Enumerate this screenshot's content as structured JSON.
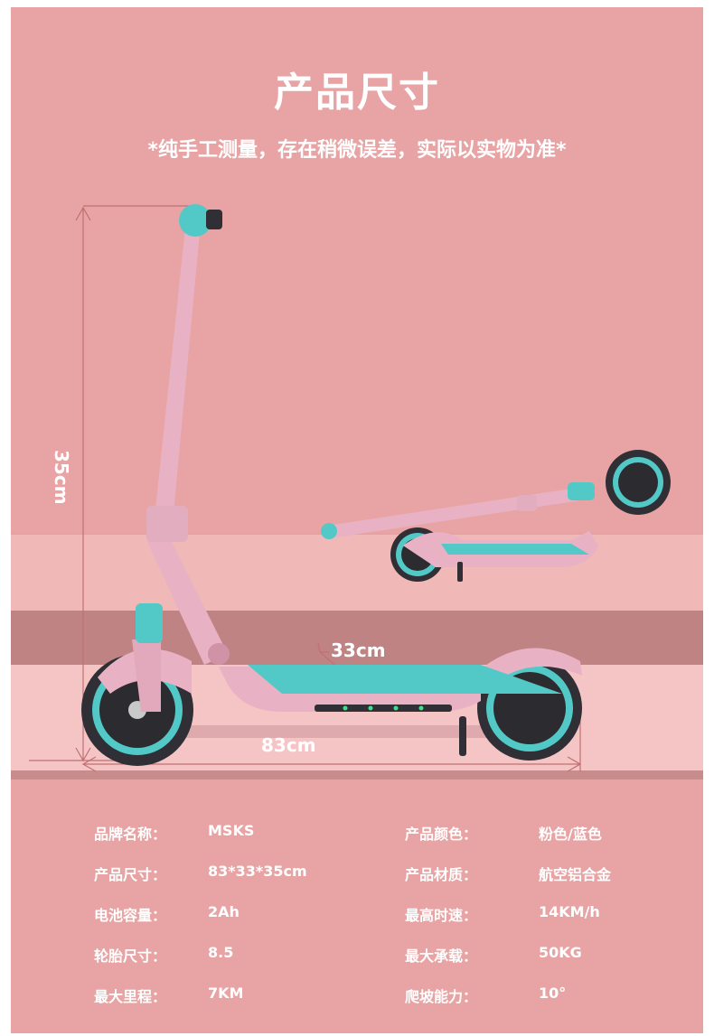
{
  "header": {
    "title": "产品尺寸",
    "subtitle": "*纯手工测量，存在稍微误差，实际以实物为准*"
  },
  "dimensions": {
    "height_label": "35cm",
    "length_label": "83cm",
    "deck_label": "33cm"
  },
  "colors": {
    "background": "#e8a4a4",
    "accent_cyan": "#52c9c7",
    "frame_pink": "#e8b2c4",
    "text": "#ffffff"
  },
  "specs": [
    {
      "k1": "品牌名称：",
      "v1": "MSKS",
      "k2": "产品颜色：",
      "v2": "粉色/蓝色"
    },
    {
      "k1": "产品尺寸：",
      "v1": "83*33*35cm",
      "k2": "产品材质：",
      "v2": "航空铝合金"
    },
    {
      "k1": "电池容量：",
      "v1": "2Ah",
      "k2": "最高时速：",
      "v2": "14KM/h"
    },
    {
      "k1": "轮胎尺寸：",
      "v1": "8.5",
      "k2": "最大承载：",
      "v2": "50KG"
    },
    {
      "k1": "最大里程：",
      "v1": "7KM",
      "k2": "爬坡能力：",
      "v2": "10°"
    }
  ]
}
